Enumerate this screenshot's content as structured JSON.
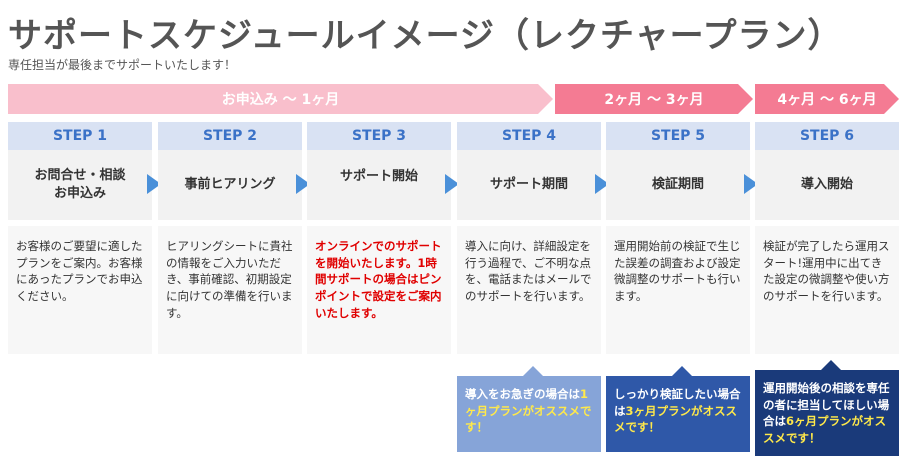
{
  "title": "サポートスケジュールイメージ（レクチャープラン）",
  "subtitle": "専任担当が最後までサポートいたします！",
  "phases": [
    {
      "label": "お申込み 〜 1ヶ月"
    },
    {
      "label": "2ヶ月 〜 3ヶ月"
    },
    {
      "label": "4ヶ月 〜 6ヶ月"
    }
  ],
  "steps": [
    {
      "label": "STEP 1",
      "name_line1": "お問合せ・相談",
      "name_line2": "お申込み",
      "desc": "お客様のご要望に適したプランをご案内。お客様にあったプランでお申込ください。"
    },
    {
      "label": "STEP 2",
      "name_line1": "事前ヒアリング",
      "name_line2": "",
      "desc": "ヒアリングシートに貴社の情報をご入力いただき、事前確認、初期設定に向けての準備を行います。"
    },
    {
      "label": "STEP 3",
      "name_line1": "サポート開始",
      "name_line2": "",
      "desc": "オンラインでのサポートを開始いたします。1時間サポートの場合はピンポイントで設定をご案内いたします。"
    },
    {
      "label": "STEP 4",
      "name_line1": "サポート期間",
      "name_line2": "",
      "desc": "導入に向け、詳細設定を行う過程で、ご不明な点を、電話またはメールでのサポートを行います。"
    },
    {
      "label": "STEP 5",
      "name_line1": "検証期間",
      "name_line2": "",
      "desc": "運用開始前の検証で生じた誤差の調査および設定微調整のサポートも行います。"
    },
    {
      "label": "STEP 6",
      "name_line1": "導入開始",
      "name_line2": "",
      "desc": "検証が完了したら運用スタート!運用中に出てきた設定の微調整や使い方のサポートを行います。"
    }
  ],
  "notes": [
    {
      "pre": "導入をお急ぎの場合は",
      "highlight": "1ヶ月プランがオススメです！",
      "post": ""
    },
    {
      "pre": "しっかり検証したい場合は",
      "highlight": "3ヶ月プランがオススメです！",
      "post": ""
    },
    {
      "pre": "運用開始後の相談を専任の者に担当してほしい場合は",
      "highlight": "6ヶ月プランがオススメです！",
      "post": ""
    }
  ],
  "colors": {
    "phase_light": "#f9bfcc",
    "phase_dark": "#f47b93",
    "step_blue": "#3b72c7",
    "arrow": "#4a90d9",
    "red_text": "#e00000",
    "highlight": "#ffe94a"
  }
}
